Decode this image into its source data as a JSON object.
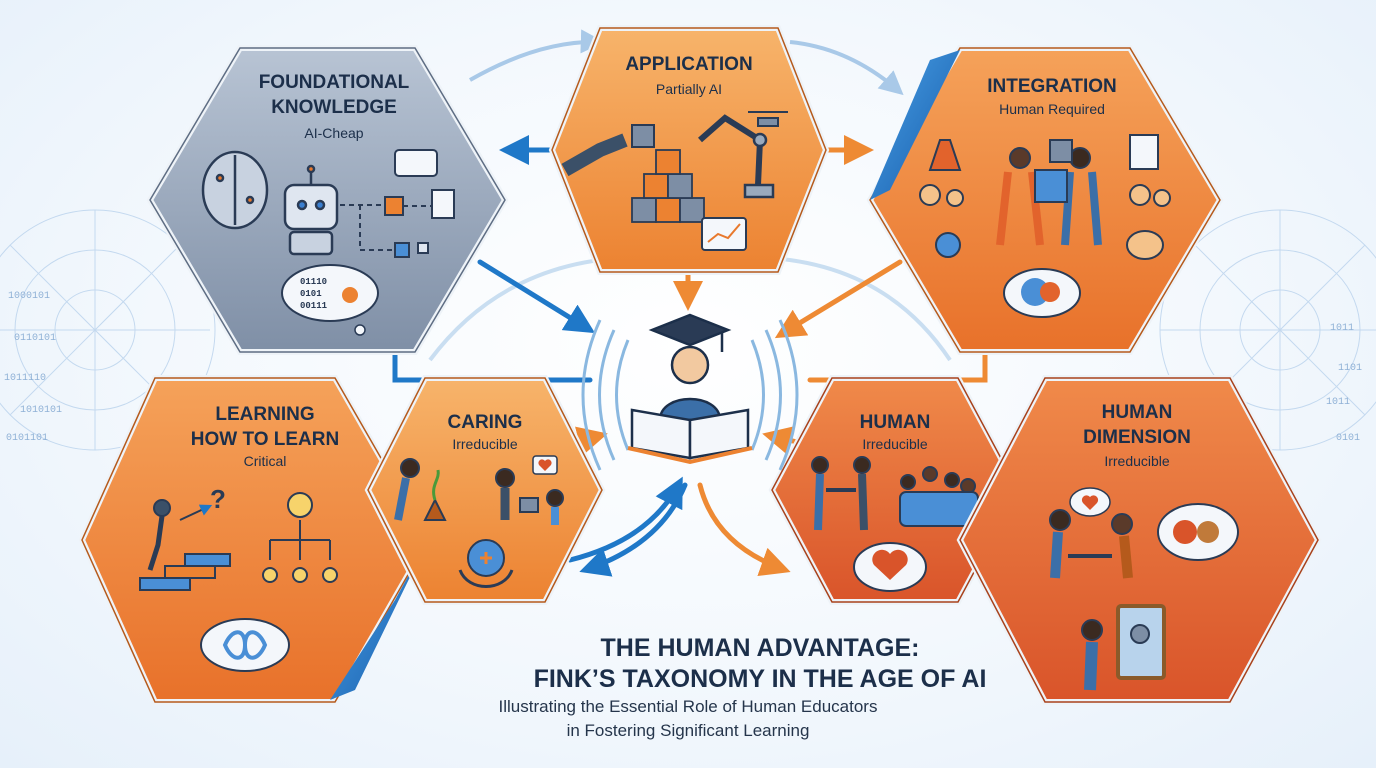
{
  "hexagons": {
    "foundational": {
      "title_line1": "FOUNDATIONAL",
      "title_line2": "KNOWLEDGE",
      "subtitle": "AI-Cheap",
      "code_bubble": [
        "01110",
        "0101",
        "00111"
      ]
    },
    "application": {
      "title": "APPLICATION",
      "subtitle": "Partially AI"
    },
    "integration": {
      "title": "INTEGRATION",
      "subtitle": "Human Required"
    },
    "learning": {
      "title_line1": "LEARNING",
      "title_line2": "HOW TO LEARN",
      "subtitle": "Critical"
    },
    "caring": {
      "title": "CARING",
      "subtitle": "Irreducible"
    },
    "human": {
      "title": "HUMAN",
      "subtitle": "Irreducible"
    },
    "human_dimension": {
      "title_line1": "HUMAN",
      "title_line2": "DIMENSION",
      "subtitle": "Irreducible"
    }
  },
  "binary_decor": {
    "left": [
      "1000101",
      "0110101",
      "1011110",
      "1010101",
      "0101101"
    ],
    "right": [
      "1011",
      "1101",
      "1011",
      "0101"
    ]
  },
  "heading": {
    "line1": "THE HUMAN ADVANTAGE:",
    "line2": "FINK’S TAXONOMY IN THE AGE OF AI",
    "sub_line1": "Illustrating the Essential Role of Human Educators",
    "sub_line2": "in Fostering Significant Learning"
  },
  "colors": {
    "foundational": "#8a9ab1",
    "orange": "#ee8a34",
    "deep_orange": "#e2632c",
    "blue_accent": "#1f78c8",
    "navy_text": "#1c2f4a"
  }
}
